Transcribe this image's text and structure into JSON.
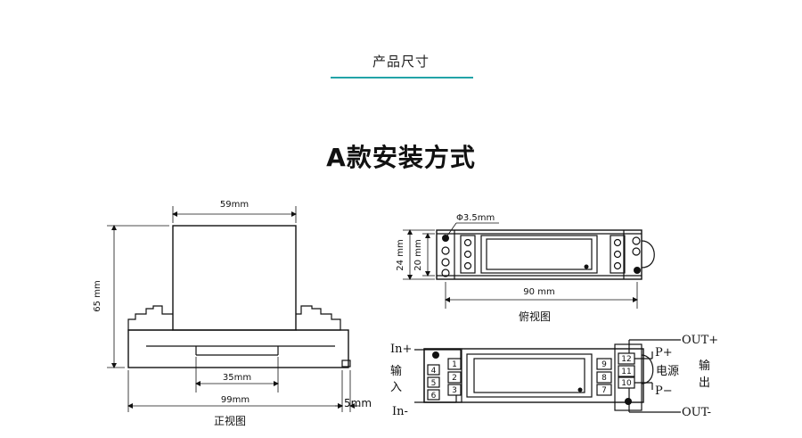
{
  "header": {
    "section_title": "产品尺寸",
    "main_title": "A款安装方式",
    "accent_color": "#22a3a8"
  },
  "front_view": {
    "caption": "正视图",
    "width_label": "59mm",
    "height_label": "65 mm",
    "rail_label": "35mm",
    "base_label": "99mm",
    "clip_label": "5mm"
  },
  "top_view": {
    "caption": "俯视图",
    "hole_label": "Φ3.5mm",
    "outer_height_label": "24 mm",
    "inner_height_label": "20 mm",
    "length_label": "90 mm"
  },
  "wiring": {
    "in_plus": "In+",
    "in_minus": "In-",
    "input_label_1": "输",
    "input_label_2": "入",
    "out_plus": "OUT+",
    "out_minus": "OUT-",
    "p_plus": "P+",
    "p_minus": "P−",
    "power_label": "电源",
    "output_label_1": "输",
    "output_label_2": "出",
    "left_top_terminals": [
      "1",
      "2",
      "3"
    ],
    "left_bottom_terminals": [
      "4",
      "5",
      "6"
    ],
    "right_inner_terminals": [
      "9",
      "8",
      "7"
    ],
    "right_outer_terminals": [
      "12",
      "11",
      "10"
    ]
  }
}
